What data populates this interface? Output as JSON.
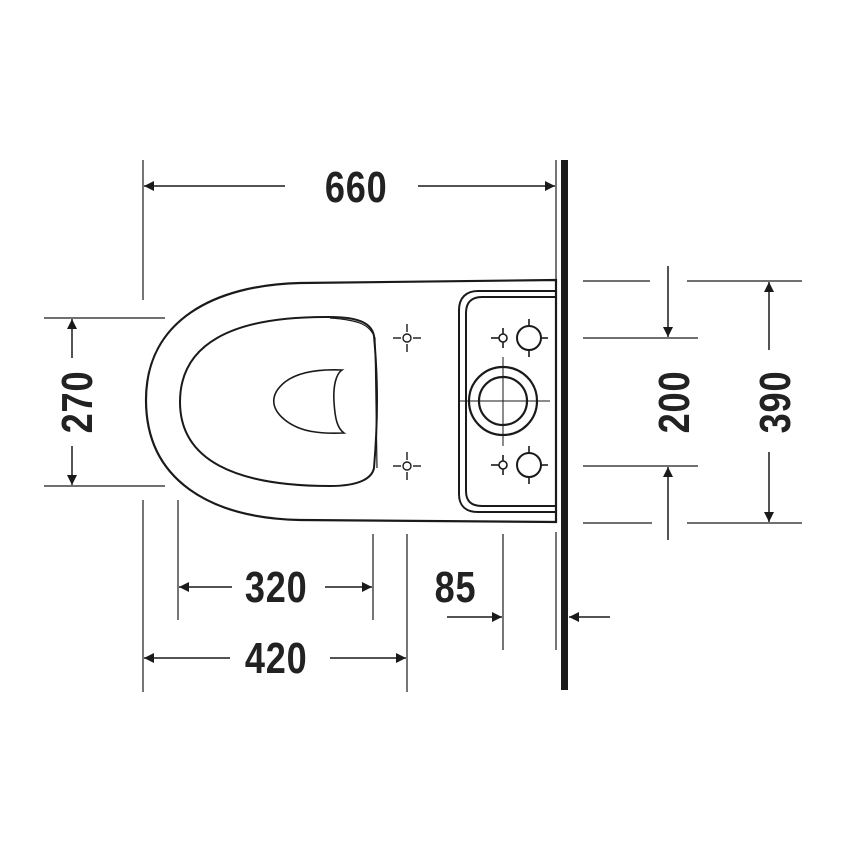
{
  "drawing": {
    "title": "Wall-hung toilet top view dimension drawing",
    "units": "mm",
    "line_color": "#1a1a1a",
    "text_color": "#222222",
    "background": "#ffffff"
  },
  "dimensions": {
    "overall_length": "660",
    "bowl_width": "270",
    "fixing_bolt_spacing": "200",
    "overall_width": "390",
    "seat_length": "320",
    "bowl_to_fixing": "420",
    "outlet_offset": "85"
  },
  "features": {
    "fixing_holes": [
      "upper-fixing-hole",
      "lower-fixing-hole"
    ],
    "seat_hinge_holes": [
      "upper-hinge-hole",
      "lower-hinge-hole"
    ],
    "outlet": "drain-outlet",
    "wall": "mounting-wall"
  }
}
